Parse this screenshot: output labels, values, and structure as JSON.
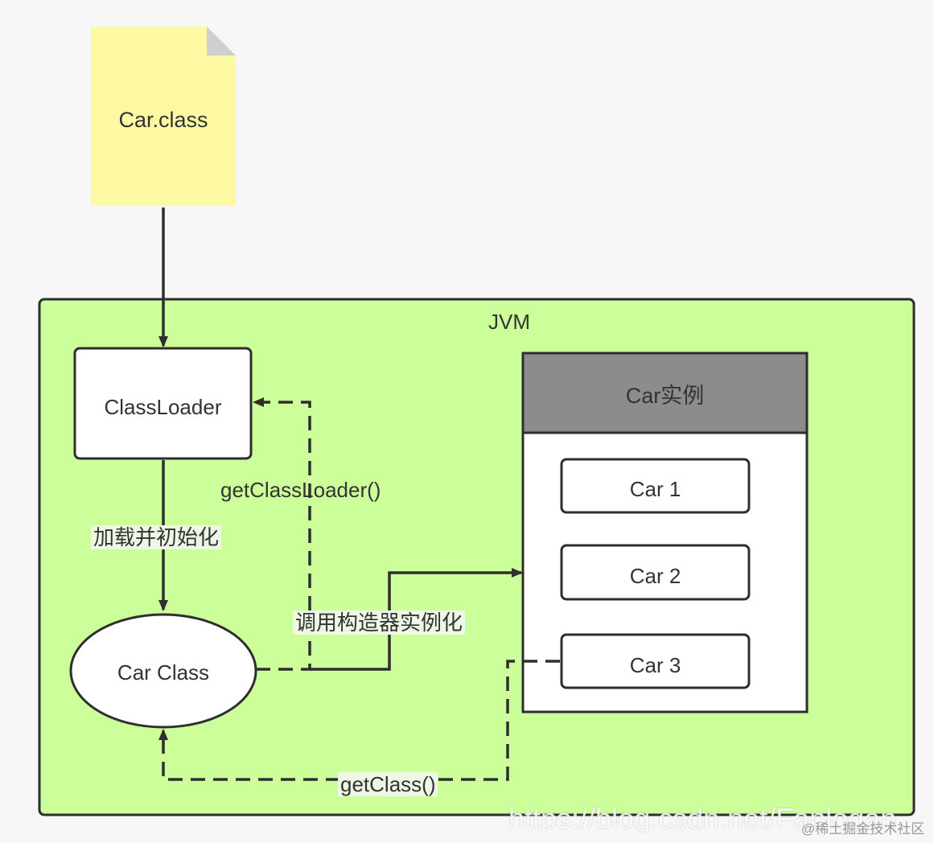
{
  "file_node": {
    "label": "Car.class"
  },
  "jvm": {
    "label": "JVM"
  },
  "classloader_node": {
    "label": "ClassLoader"
  },
  "carclass_node": {
    "label": "Car Class"
  },
  "instances_panel": {
    "header": "Car实例",
    "items": [
      "Car 1",
      "Car 2",
      "Car 3"
    ]
  },
  "edges": {
    "load_init": "加载并初始化",
    "get_classloader": "getClassLoader()",
    "invoke_constructor": "调用构造器实例化",
    "get_class": "getClass()"
  },
  "watermark": {
    "url": "https://blog.csdn.net/Fanlogan",
    "site": "@稀土掘金技术社区"
  },
  "colors": {
    "file_fill": "#fdf9a3",
    "file_fold": "#cfcfcf",
    "jvm_fill": "#ccff99",
    "stroke": "#2e2e2e",
    "panel_header": "#8c8c8c",
    "node_fill": "#ffffff",
    "page_bg": "#f7f7f7"
  }
}
